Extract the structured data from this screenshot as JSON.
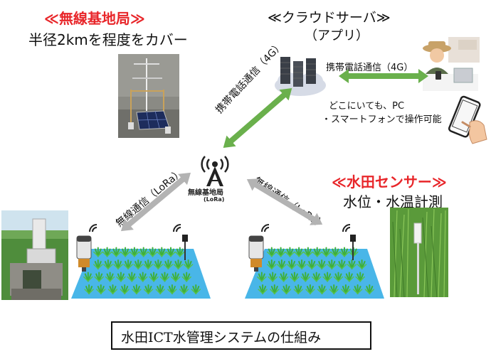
{
  "labels": {
    "base_station_title": "≪無線基地局≫",
    "base_station_sub": "半径2kmを程度をカバー",
    "cloud_title": "≪クラウドサーバ≫",
    "cloud_sub": "（アプリ）",
    "sensor_title": "≪水田センサー≫",
    "sensor_sub": "水位・水温計測",
    "mobile_4g_right": "携帯電話通信（4G）",
    "mobile_4g_diag": "携帯電話通信（4G）",
    "access_note_1": "どこにいても、PC",
    "access_note_2": "・スマートフォンで操作可能",
    "lora_left": "無線通信（LoRa）",
    "lora_right": "無線通信（LoRa）",
    "tower_label": "無線基地局",
    "tower_sub": "(LoRa)",
    "system_caption": "水田ICT水管理システムの仕組み"
  },
  "colors": {
    "accent_red": "#e8262a",
    "arrow_green": "#6ab04c",
    "arrow_gray": "#b3b3b3",
    "field_blue": "#49b6e8",
    "rice_green": "#3fb03a"
  }
}
